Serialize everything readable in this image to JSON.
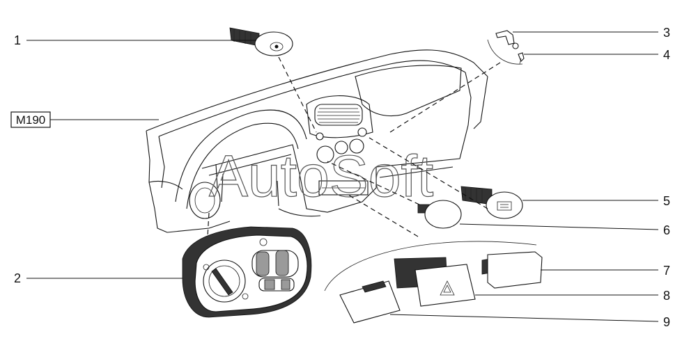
{
  "watermark": "AutoSoft",
  "section_code": "M190",
  "callouts": [
    "1",
    "2",
    "3",
    "4",
    "5",
    "6",
    "7",
    "8",
    "9"
  ]
}
